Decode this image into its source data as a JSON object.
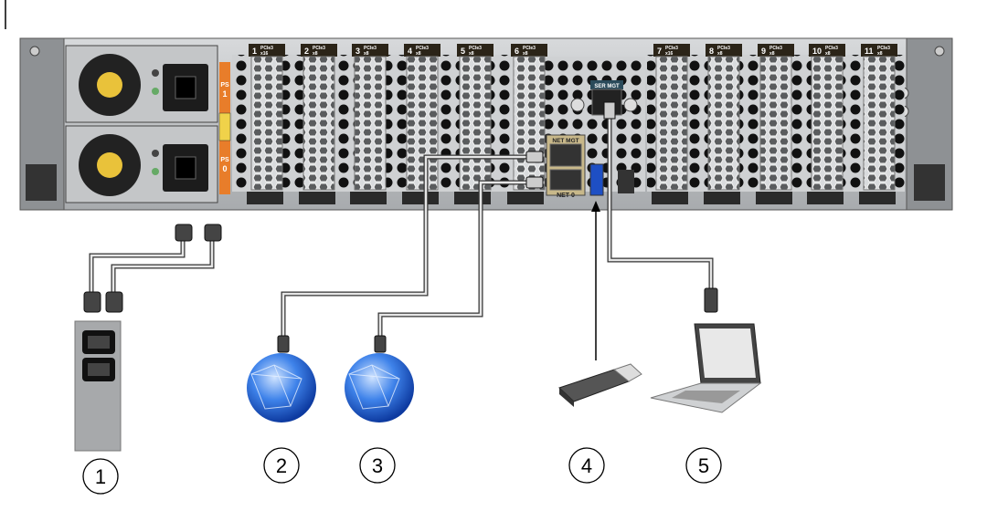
{
  "title": "Server rear panel cabling diagram",
  "power_supplies": [
    {
      "label": "PS",
      "number": "1"
    },
    {
      "label": "PS",
      "number": "0"
    }
  ],
  "pcie_slots": [
    {
      "number": "1",
      "type": "PCIe3",
      "width": "x16"
    },
    {
      "number": "2",
      "type": "PCIe3",
      "width": "x8"
    },
    {
      "number": "3",
      "type": "PCIe3",
      "width": "x8"
    },
    {
      "number": "4",
      "type": "PCIe3",
      "width": "x8"
    },
    {
      "number": "5",
      "type": "PCIe3",
      "width": "x8"
    },
    {
      "number": "6",
      "type": "PCIe3",
      "width": "x8"
    },
    {
      "number": "7",
      "type": "PCIe3",
      "width": "x16"
    },
    {
      "number": "8",
      "type": "PCIe3",
      "width": "x8"
    },
    {
      "number": "9",
      "type": "PCIe3",
      "width": "x8"
    },
    {
      "number": "10",
      "type": "PCIe3",
      "width": "x8"
    },
    {
      "number": "11",
      "type": "PCIe3",
      "width": "x8"
    }
  ],
  "ports": {
    "net_mgt": "NET MGT",
    "ser_mgt": "SER MGT",
    "net0": "NET 0"
  },
  "callouts": [
    "1",
    "2",
    "3",
    "4",
    "5"
  ],
  "colors": {
    "orange": "#e87d2a",
    "chassis": "#b9bcbf",
    "dark": "#3a3a3a",
    "globe": "#2f6fd6"
  }
}
